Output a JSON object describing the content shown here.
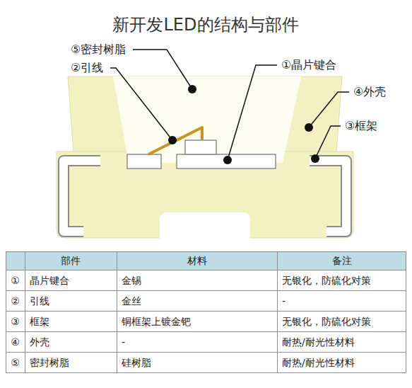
{
  "diagram": {
    "title": "新开发LED的结构与部件",
    "labels": [
      "⑤密封树脂",
      "②引线",
      "①晶片键合",
      "④外壳",
      "③框架",
      "部件",
      "材料",
      "备注",
      "①",
      "晶片键合",
      "金锡",
      "无银化，防硫化对策",
      "②",
      "引线",
      "金丝",
      "-",
      "③",
      "框架",
      "铜框架上镀金钯",
      "无银化，防硫化对策",
      "④",
      "外壳",
      "-",
      "耐热/耐光性材料",
      "⑤",
      "密封树脂",
      "硅树脂",
      "耐热/耐光性材料"
    ]
  }
}
